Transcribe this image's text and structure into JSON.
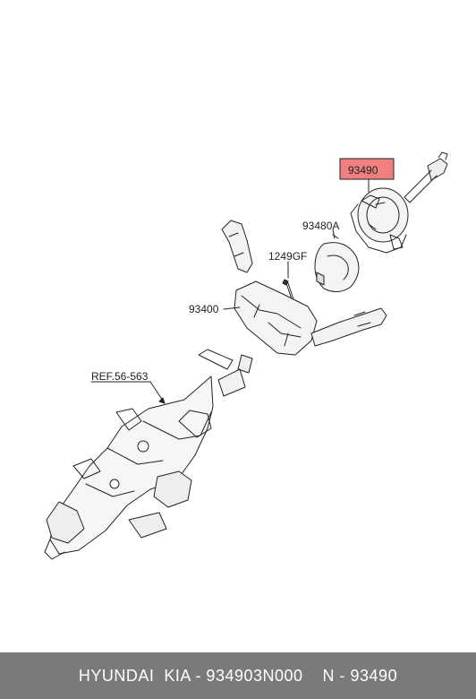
{
  "diagram": {
    "labels": {
      "part_93490": "93490",
      "part_93480a": "93480A",
      "part_1249gf": "1249GF",
      "part_93400": "93400",
      "ref": "REF.56-563"
    },
    "highlight_color": "#f08080"
  },
  "footer": {
    "text": "HYUNDAI  KIA - 934903N000    N - 93490"
  }
}
